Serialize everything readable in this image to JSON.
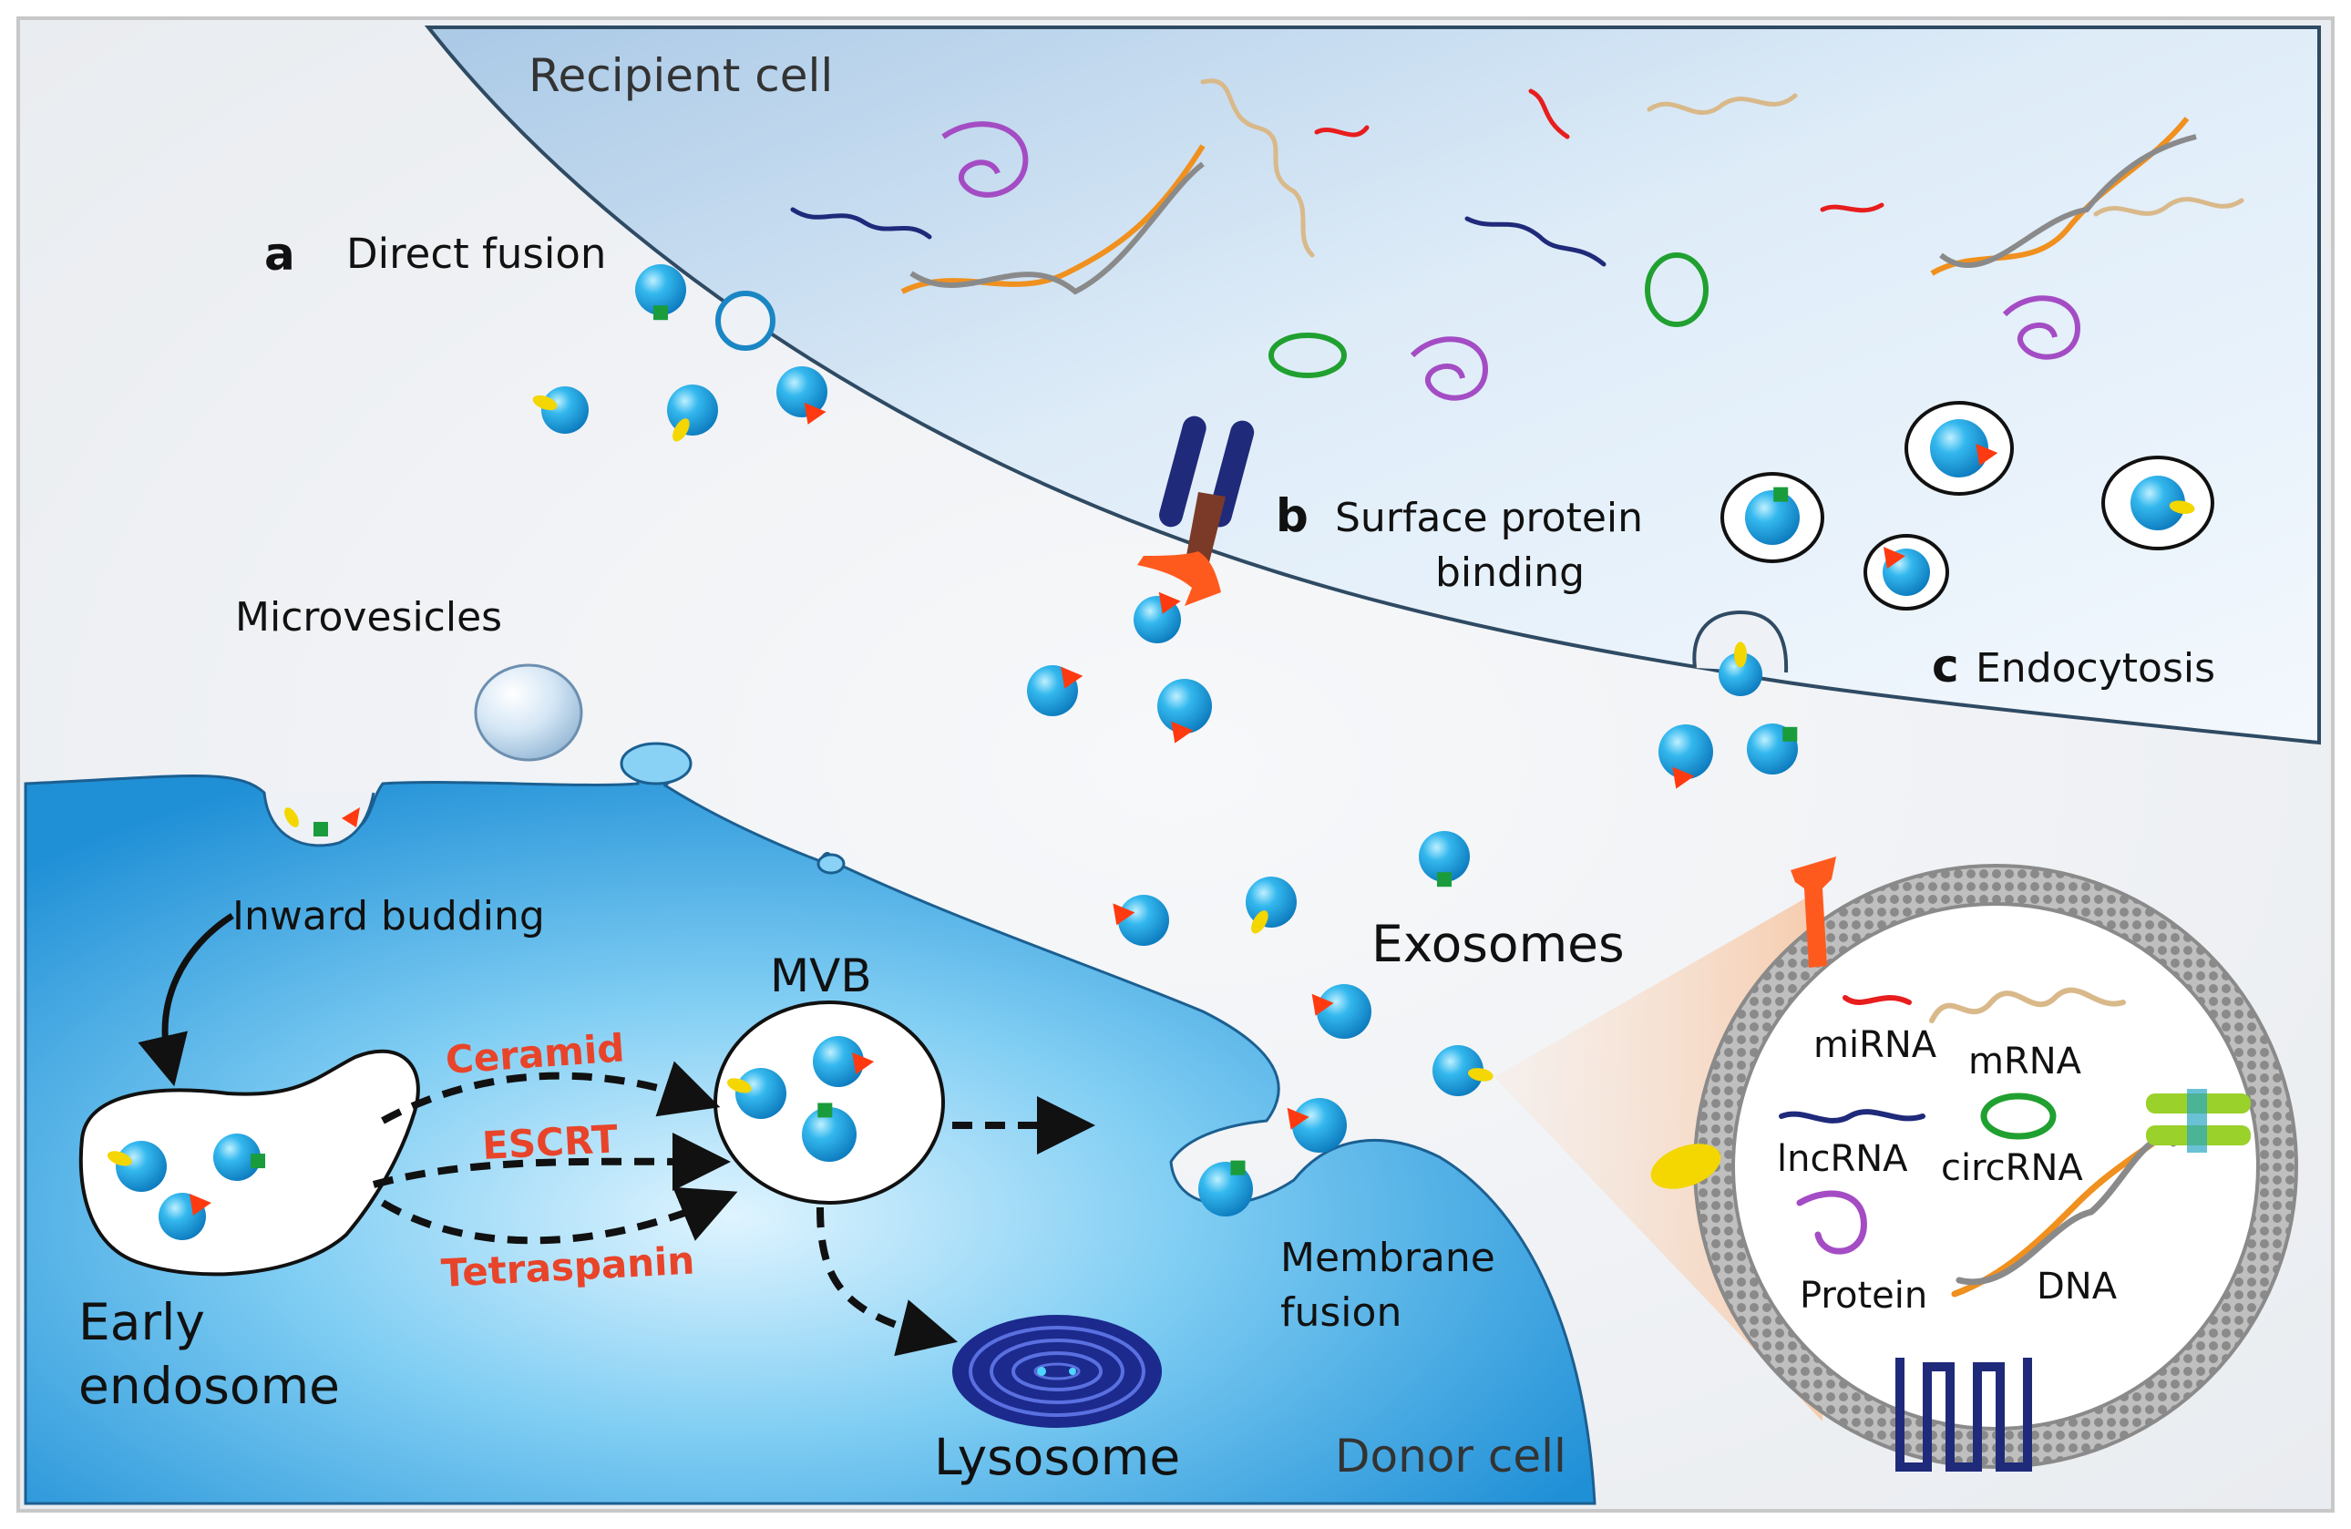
{
  "labels": {
    "recipient_cell": "Recipient cell",
    "donor_cell": "Donor cell",
    "a_letter": "a",
    "direct_fusion": "Direct fusion",
    "b_letter": "b",
    "surface_protein_1": "Surface protein",
    "surface_protein_2": "binding",
    "c_letter": "c",
    "endocytosis": "Endocytosis",
    "microvesicles": "Microvesicles",
    "inward_budding": "Inward budding",
    "early_1": "Early",
    "early_2": "endosome",
    "mvb": "MVB",
    "ceramid": "Ceramid",
    "escrt": "ESCRT",
    "tetraspanin": "Tetraspanin",
    "lysosome": "Lysosome",
    "membrane_fusion_1": "Membrane",
    "membrane_fusion_2": "fusion",
    "exosomes": "Exosomes",
    "mirna": "miRNA",
    "mrna": "mRNA",
    "lncrna": "lncRNA",
    "circrna": "circRNA",
    "protein": "Protein",
    "dna": "DNA"
  },
  "colors": {
    "vesicle": "#1aa7e0",
    "marker_green": "#1a9c3c",
    "marker_red": "#ff3a10",
    "marker_yellow": "#f4d600",
    "recipient_fill": "#c9dff0",
    "donor_fill": "#2f9fe2",
    "mirna": "#e81d1d",
    "mrna": "#d9b98a",
    "lncrna": "#1f2a7a",
    "circrna": "#20a030",
    "protein": "#a44cc4",
    "dna": "#f0901e",
    "receptor": "#ff5a1e",
    "process_label": "#e8442a"
  },
  "icons": {
    "arrow_inward": "curved-arrow-icon",
    "dashed_arrow": "dashed-arrow-icon",
    "dna": "dna-helix-icon",
    "protein": "protein-icon"
  }
}
